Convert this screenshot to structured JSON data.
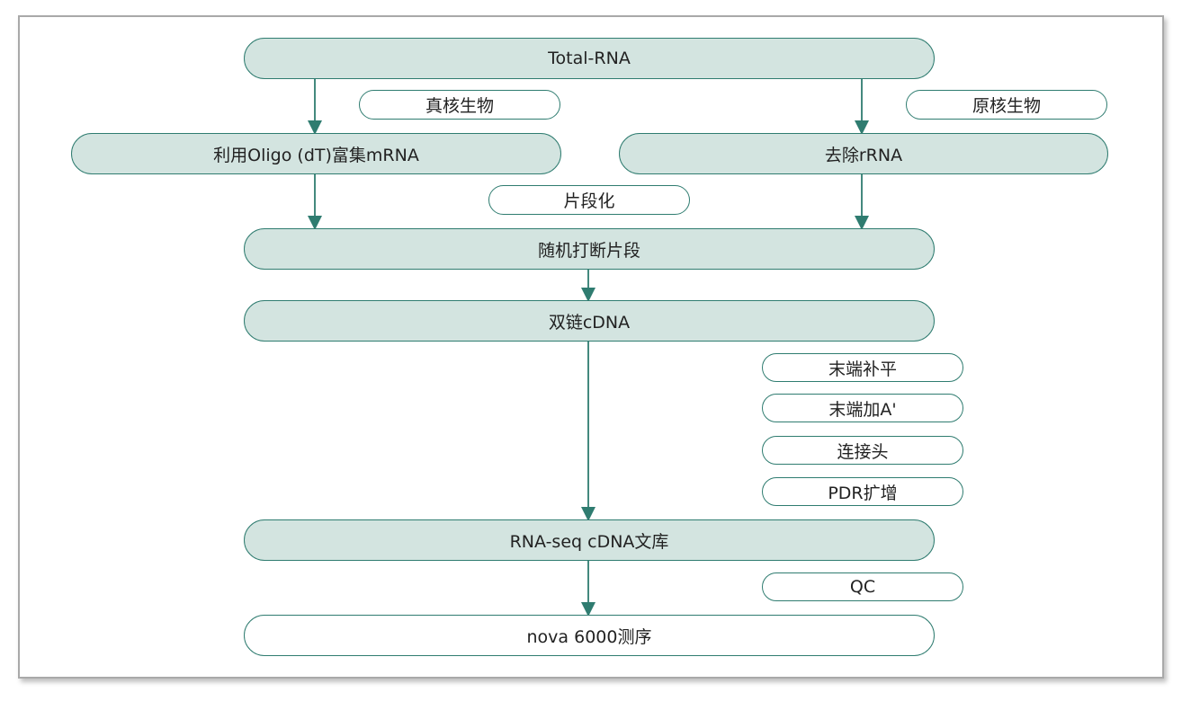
{
  "nodes": {
    "total_rna": "Total-RNA",
    "eukaryote": "真核生物",
    "prokaryote": "原核生物",
    "oligo_dt": "利用Oligo (dT)富集mRNA",
    "remove_rrna": "去除rRNA",
    "fragmentation": "片段化",
    "random_fragment": "随机打断片段",
    "ds_cdna": "双链cDNA",
    "end_repair": "末端补平",
    "a_tailing": "末端加A'",
    "adapter": "连接头",
    "pcr": "PDR扩增",
    "library": "RNA-seq cDNA文库",
    "qc": "QC",
    "sequencing": "nova 6000测序"
  },
  "colors": {
    "process_fill": "#d3e4e0",
    "stroke": "#2f7c70",
    "arrow": "#2f7c70",
    "frame_border": "#a9a9a9"
  }
}
